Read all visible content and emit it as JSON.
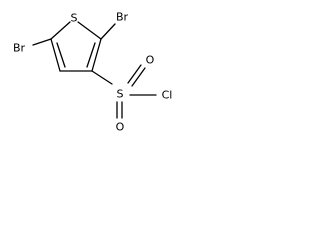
{
  "molecule": {
    "atoms": {
      "s_ring": "S",
      "br_top": "Br",
      "br_left": "Br",
      "s_sulfonyl": "S",
      "o_top": "O",
      "o_bottom": "O",
      "cl": "Cl"
    }
  }
}
